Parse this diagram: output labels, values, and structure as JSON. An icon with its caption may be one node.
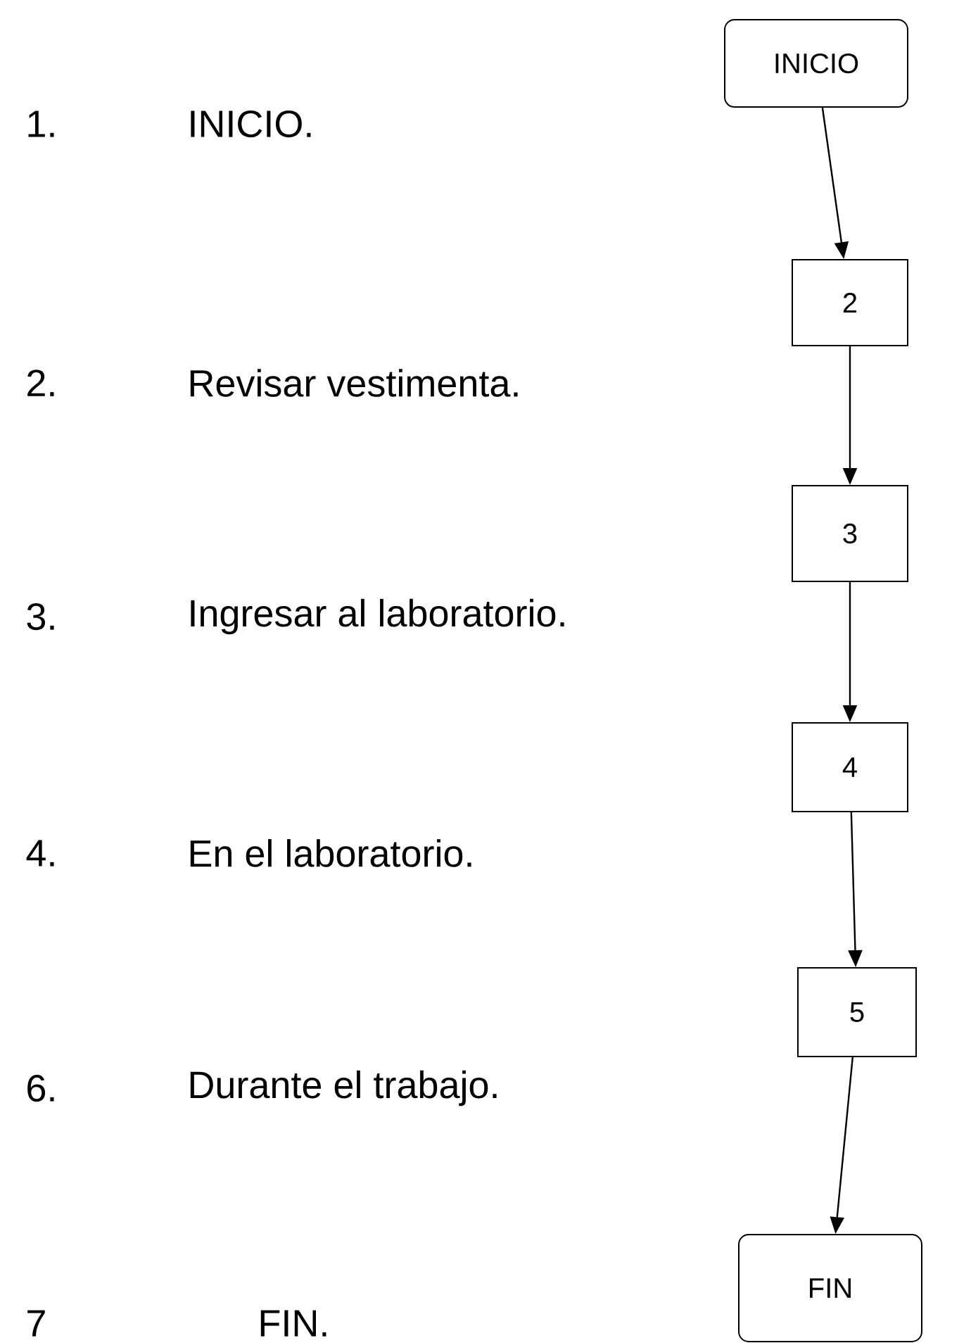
{
  "diagram": {
    "nodes": [
      {
        "text": [
          "INICIO"
        ]
      },
      {
        "text": [
          "2"
        ]
      },
      {
        "text": [
          "3"
        ]
      },
      {
        "text": [
          "4"
        ]
      },
      {
        "text": [
          "5"
        ]
      },
      {
        "text": [
          "FIN"
        ]
      }
    ],
    "edges": [
      {
        "from": 0,
        "to": 1,
        "arrow": "to"
      },
      {
        "from": 1,
        "to": 2,
        "arrow": "to"
      },
      {
        "from": 2,
        "to": 3,
        "arrow": "to"
      },
      {
        "from": 3,
        "to": 4,
        "arrow": "to"
      },
      {
        "from": 4,
        "to": 5,
        "arrow": "to"
      }
    ],
    "labels": [
      "1.",
      "INICIO.",
      "2.",
      "Revisar vestimenta.",
      "3.",
      "Ingresar al laboratorio.",
      "4.",
      "En el laboratorio.",
      "6.",
      "Durante el trabajo.",
      "7",
      "FIN."
    ]
  }
}
